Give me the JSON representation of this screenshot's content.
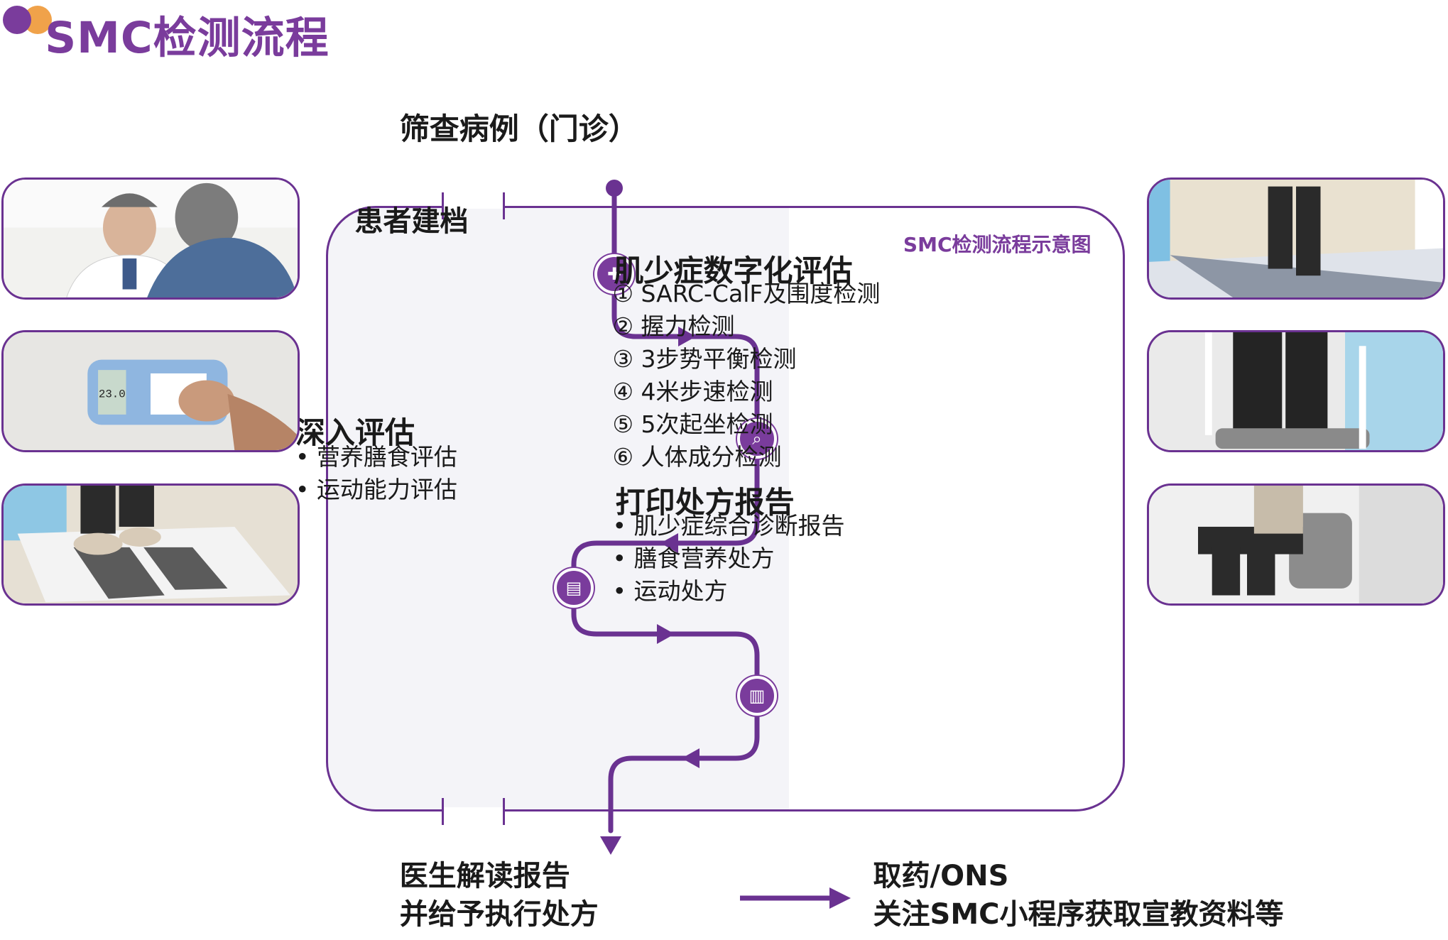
{
  "header": {
    "title": "SMC检测流程",
    "logo_colors": [
      "#7a3c9c",
      "#f0a24a"
    ]
  },
  "colors": {
    "accent": "#7a3c9c",
    "line": "#6a3291"
  },
  "flow": {
    "entry": "筛查病例（门诊）",
    "panel_caption": "SMC检测流程示意图",
    "steps": [
      {
        "title": "患者建档",
        "icon": "file-plus-icon",
        "items": []
      },
      {
        "title": "肌少症数字化评估",
        "icon": "magnifier-chart-icon",
        "items": [
          "① SARC-CalF及围度检测",
          "② 握力检测",
          "③ 3步势平衡检测",
          "④ 4米步速检测",
          "⑤ 5次起坐检测",
          "⑥ 人体成分检测"
        ]
      },
      {
        "title": "深入评估",
        "icon": "document-report-icon",
        "items": [
          "• 营养膳食评估",
          "• 运动能力评估"
        ]
      },
      {
        "title": "打印处方报告",
        "icon": "clipboard-icon",
        "items": [
          "• 肌少症综合诊断报告",
          "• 膳食营养处方",
          "• 运动处方"
        ]
      }
    ],
    "outcome_left": {
      "line1": "医生解读报告",
      "line2": "并给予执行处方"
    },
    "outcome_right": {
      "line1": "取药/ONS",
      "line2": "关注SMC小程序获取宣教资料等"
    }
  }
}
